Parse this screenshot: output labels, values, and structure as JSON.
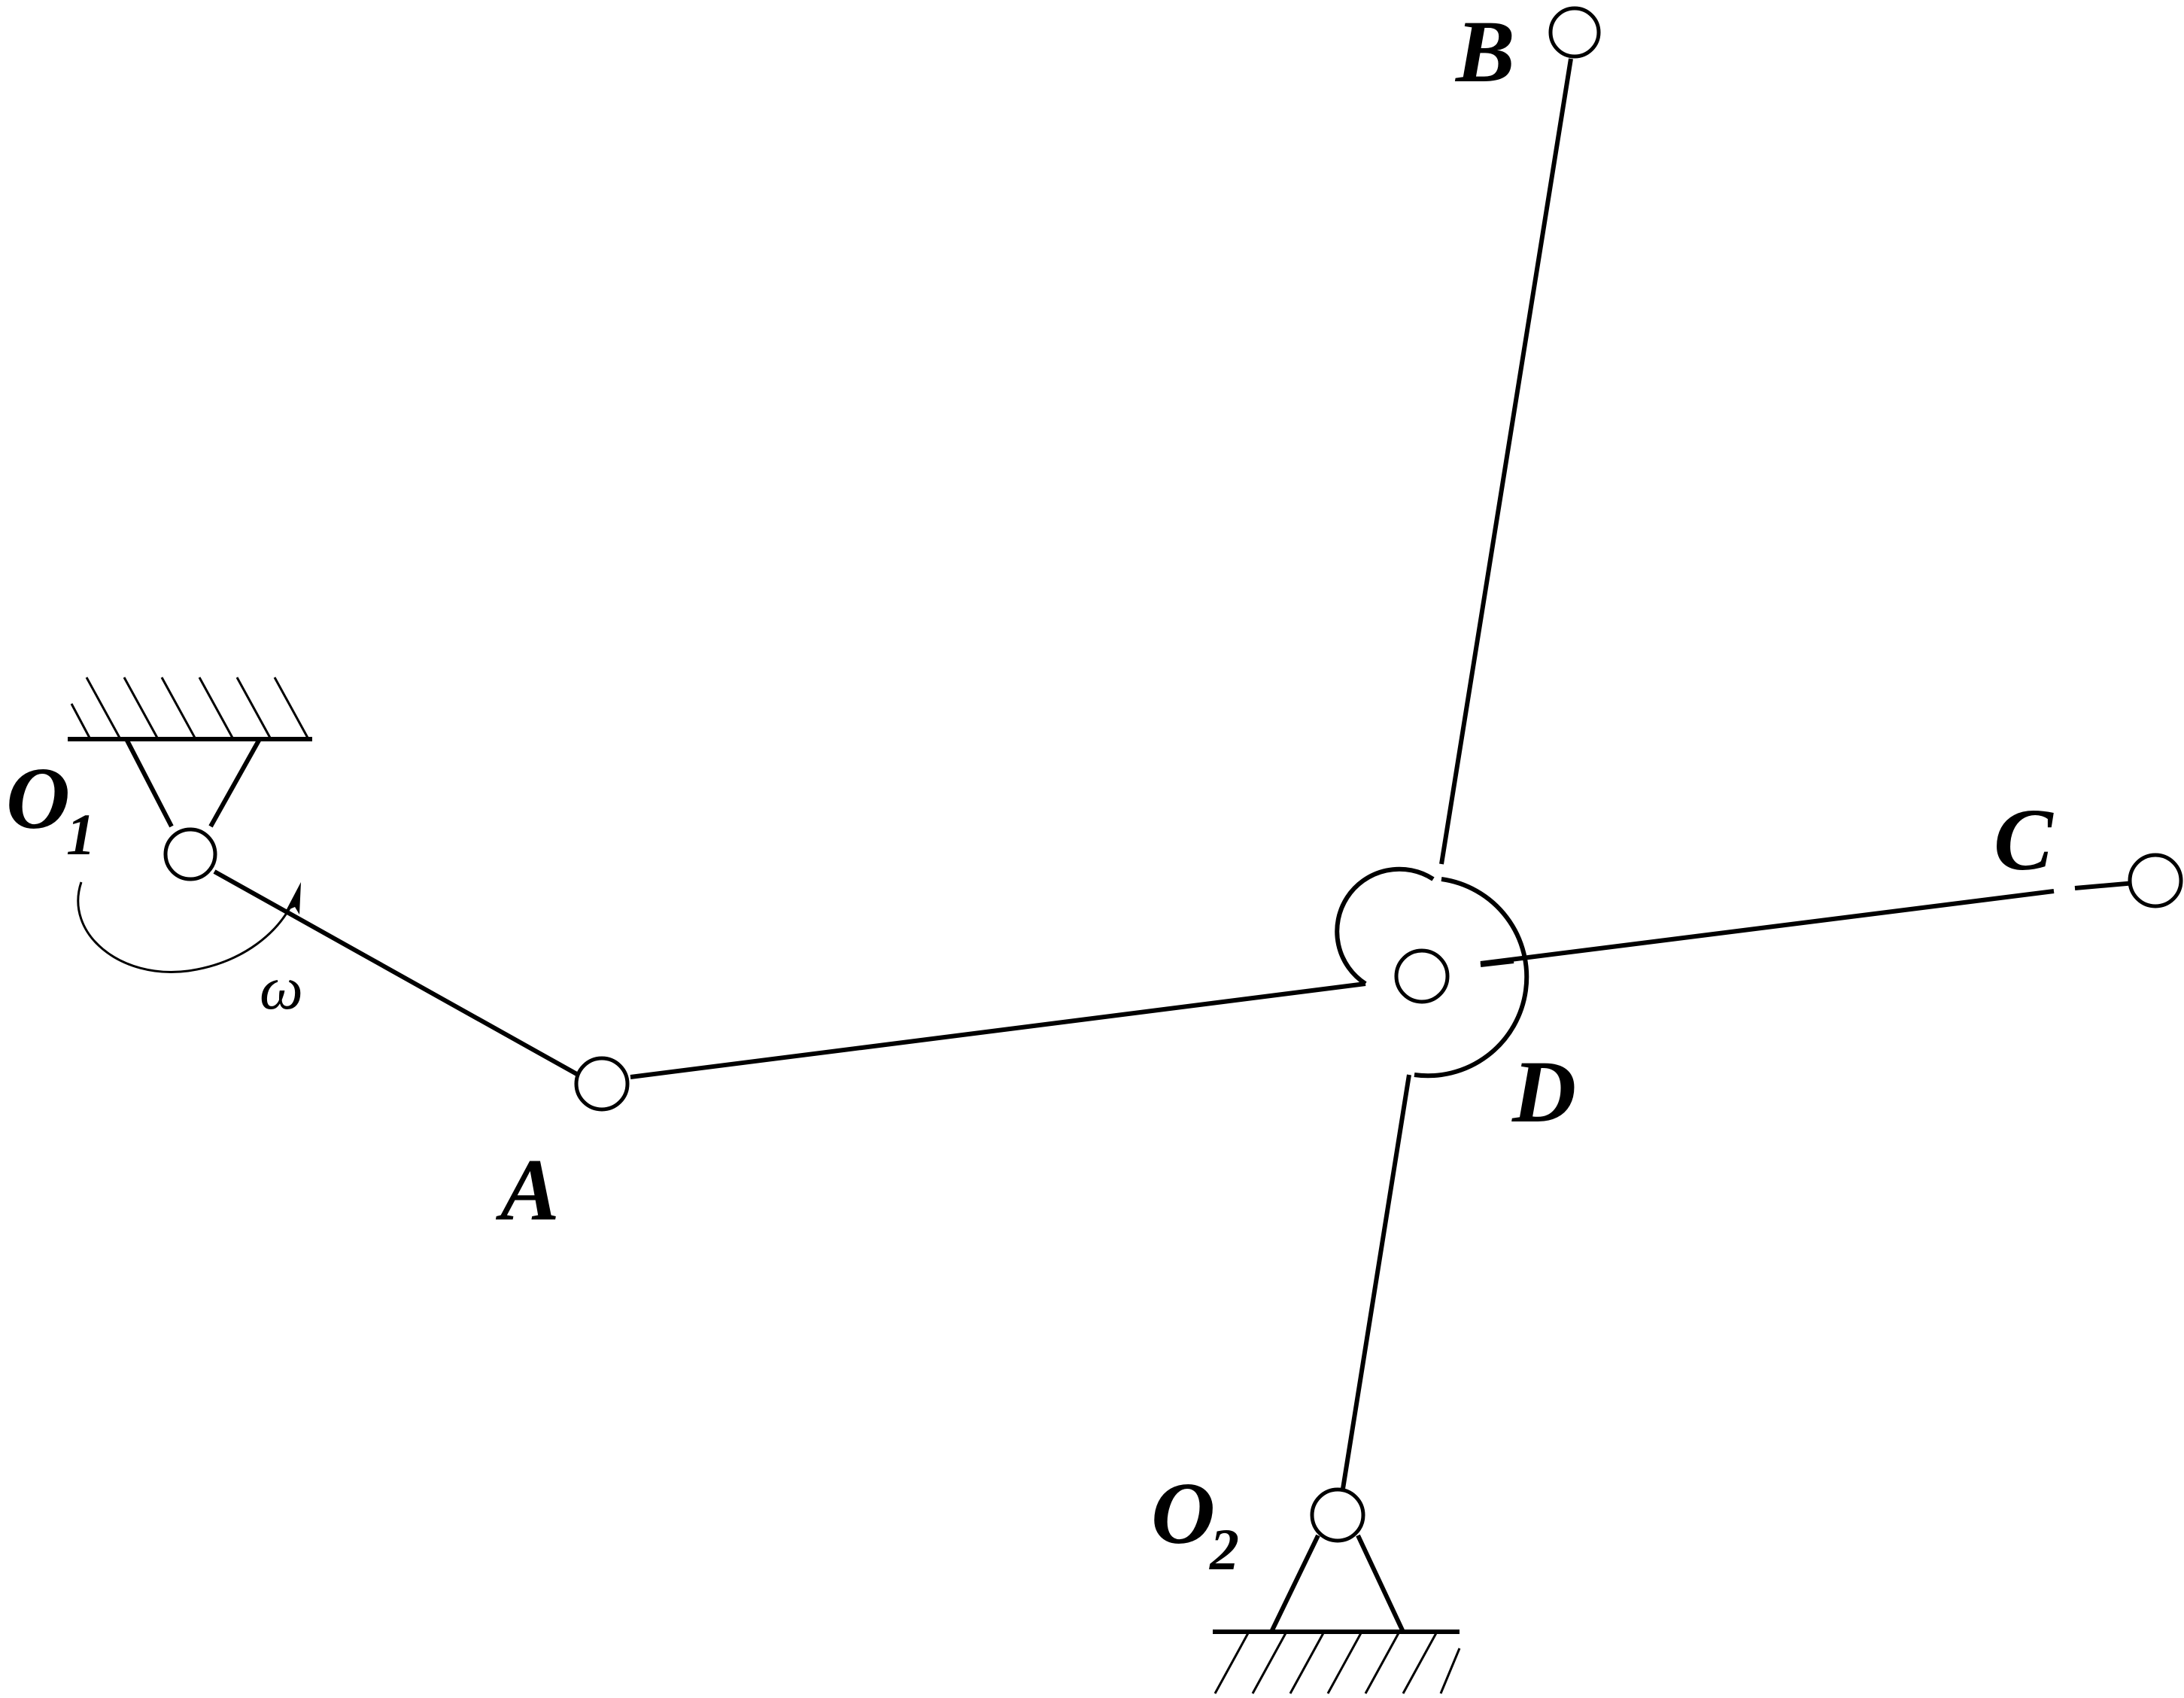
{
  "labels": {
    "O1": {
      "main": "O",
      "sub": "1"
    },
    "O2": {
      "main": "O",
      "sub": "2"
    },
    "A": "A",
    "B": "B",
    "C": "C",
    "D": "D",
    "omega": "ω"
  },
  "colors": {
    "stroke": "#000000",
    "background": "#ffffff"
  }
}
